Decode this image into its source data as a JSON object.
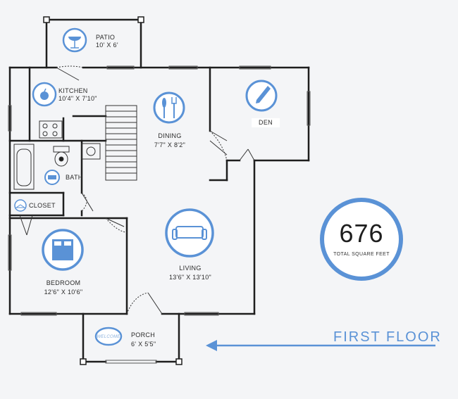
{
  "rooms": {
    "patio": {
      "name": "PATIO",
      "dims": "10' X 6'",
      "icon": "grill-icon"
    },
    "kitchen": {
      "name": "KITCHEN",
      "dims": "10'4\" X 7'10\"",
      "icon": "apple-icon"
    },
    "dining": {
      "name": "DINING",
      "dims": "7'7\" X 8'2\"",
      "icon": "fork-knife-icon"
    },
    "den": {
      "name": "DEN",
      "icon": "pencil-icon"
    },
    "bath": {
      "name": "BATH",
      "icon": "bathtub-icon"
    },
    "closet": {
      "name": "CLOSET",
      "icon": "hanger-icon"
    },
    "bedroom": {
      "name": "BEDROOM",
      "dims": "12'6\" X 10'6\"",
      "icon": "bed-icon"
    },
    "living": {
      "name": "LIVING",
      "dims": "13'6\" X 13'10\"",
      "icon": "sofa-icon"
    },
    "porch": {
      "name": "PORCH",
      "dims": "6' X 5'5\"",
      "welcome": "WELCOME",
      "icon": "doormat-icon"
    }
  },
  "summary": {
    "total": "676",
    "label": "TOTAL SQUARE FEET"
  },
  "floor": {
    "label": "FIRST FLOOR"
  },
  "colors": {
    "accent": "#5a92d6",
    "wall": "#1e1e1e"
  }
}
